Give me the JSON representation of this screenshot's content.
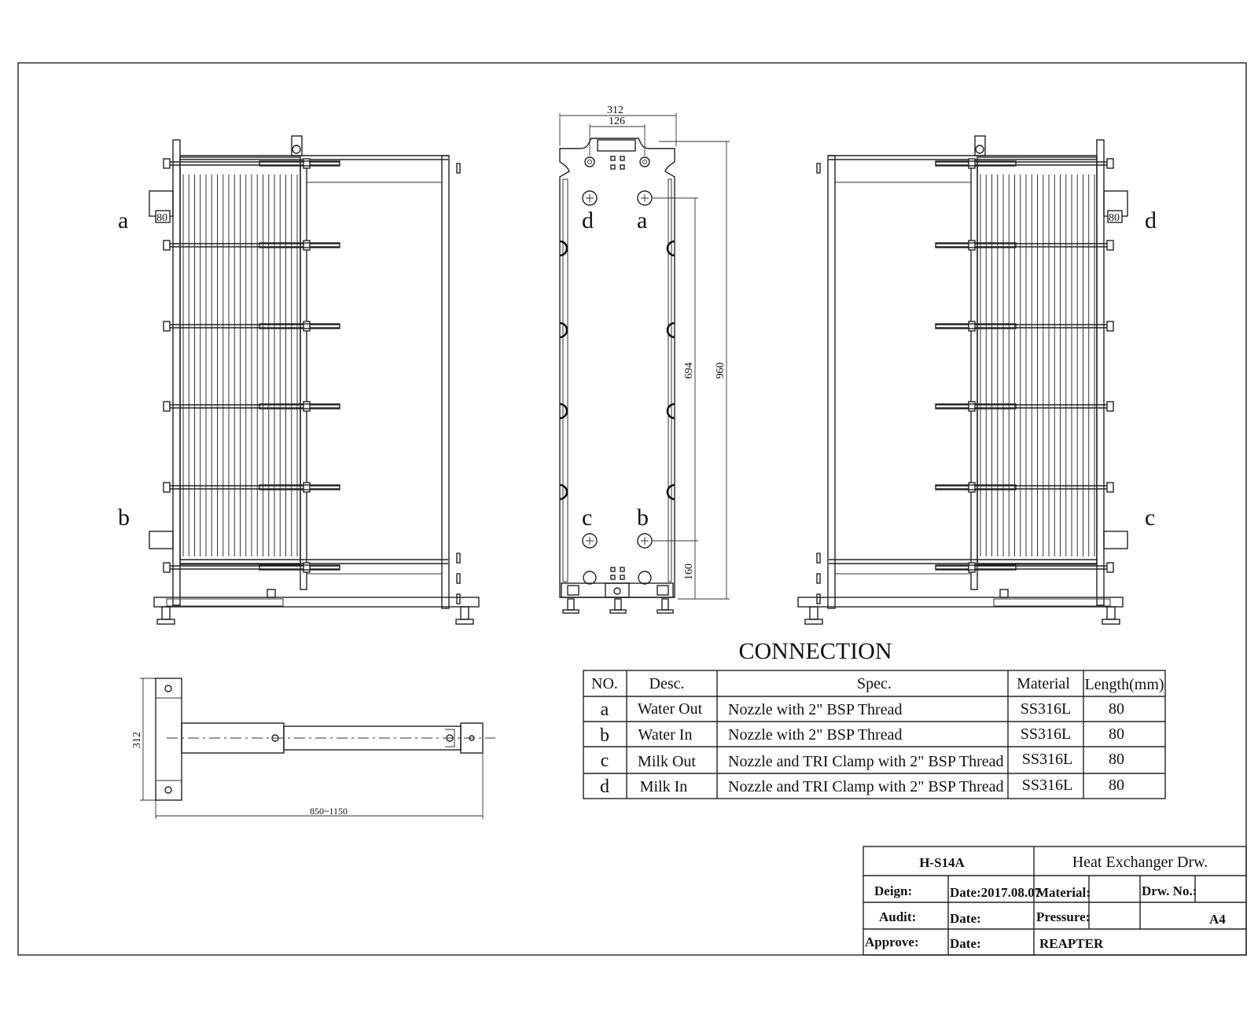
{
  "left_view": {
    "port_a": "a",
    "port_b": "b",
    "nozzle_len": "80"
  },
  "plate_view": {
    "port_d": "d",
    "port_a": "a",
    "port_c": "c",
    "port_b": "b",
    "width_dim": "312",
    "port_spacing_dim": "126",
    "port_center_dim": "694",
    "height_dim": "960",
    "bottom_dim": "160"
  },
  "right_view": {
    "port_d": "d",
    "port_c": "c",
    "nozzle_len": "80"
  },
  "top_view": {
    "width_dim": "312",
    "length_dim": "850~1150"
  },
  "connection": {
    "title": "CONNECTION",
    "headers": [
      "NO.",
      "Desc.",
      "Spec.",
      "Material",
      "Length(mm)"
    ],
    "rows": [
      {
        "no": "a",
        "desc": "Water Out",
        "spec": "Nozzle with 2\" BSP Thread",
        "material": "SS316L",
        "length": "80"
      },
      {
        "no": "b",
        "desc": "Water In",
        "spec": "Nozzle with 2\" BSP Thread",
        "material": "SS316L",
        "length": "80"
      },
      {
        "no": "c",
        "desc": "Milk Out",
        "spec": "Nozzle and TRI Clamp with 2\" BSP Thread",
        "material": "SS316L",
        "length": "80"
      },
      {
        "no": "d",
        "desc": "Milk In",
        "spec": "Nozzle and TRI Clamp with 2\" BSP Thread",
        "material": "SS316L",
        "length": "80"
      }
    ]
  },
  "title_block": {
    "model": "H-S14A",
    "drawing_title": "Heat Exchanger Drw.",
    "design_label": "Deign:",
    "date_design": "Date:2017.08.07",
    "material_label": "Material:",
    "drw_no_label": "Drw. No.:",
    "audit_label": "Audit:",
    "date_audit": "Date:",
    "pressure_label": "Pressure:",
    "size": "A4",
    "approve_label": "Approve:",
    "date_approve": "Date:",
    "company": "REAPTER"
  }
}
